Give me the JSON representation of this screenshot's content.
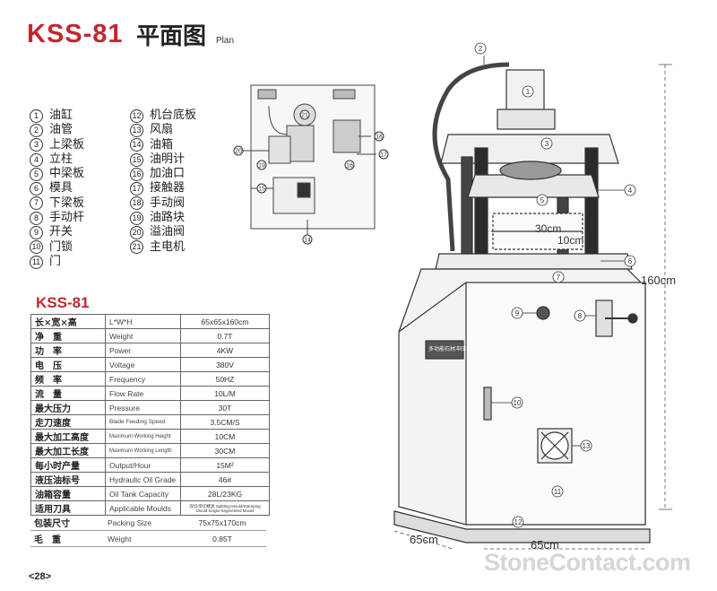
{
  "header": {
    "model": "KSS-81",
    "title_cn": "平面图",
    "title_en": "Plan"
  },
  "parts_left": [
    {
      "n": "1",
      "label": "油缸"
    },
    {
      "n": "2",
      "label": "油管"
    },
    {
      "n": "3",
      "label": "上梁板"
    },
    {
      "n": "4",
      "label": "立柱"
    },
    {
      "n": "5",
      "label": "中梁板"
    },
    {
      "n": "6",
      "label": "模具"
    },
    {
      "n": "7",
      "label": "下梁板"
    },
    {
      "n": "8",
      "label": "手动杆"
    },
    {
      "n": "9",
      "label": "开关"
    },
    {
      "n": "10",
      "label": "门锁"
    },
    {
      "n": "11",
      "label": "门"
    }
  ],
  "parts_right": [
    {
      "n": "12",
      "label": "机台底板"
    },
    {
      "n": "13",
      "label": "风扇"
    },
    {
      "n": "14",
      "label": "油箱"
    },
    {
      "n": "15",
      "label": "油明计"
    },
    {
      "n": "16",
      "label": "加油口"
    },
    {
      "n": "17",
      "label": "接触器"
    },
    {
      "n": "18",
      "label": "手动阀"
    },
    {
      "n": "19",
      "label": "油路块"
    },
    {
      "n": "20",
      "label": "溢油阀"
    },
    {
      "n": "21",
      "label": "主电机"
    }
  ],
  "spec_heading": "KSS-81",
  "specs": [
    {
      "cn": "长×宽×高",
      "en": "L*W*H",
      "val": "65x65x160cm"
    },
    {
      "cn": "净　重",
      "en": "Weight",
      "val": "0.7T"
    },
    {
      "cn": "功　率",
      "en": "Power",
      "val": "4KW"
    },
    {
      "cn": "电　压",
      "en": "Voltage",
      "val": "380V"
    },
    {
      "cn": "频　率",
      "en": "Frequency",
      "val": "50HZ"
    },
    {
      "cn": "流　量",
      "en": "Flow Rate",
      "val": "10L/M"
    },
    {
      "cn": "最大压力",
      "en": "Pressure",
      "val": "30T"
    },
    {
      "cn": "走刀速度",
      "en": "Blade Feeding Speed",
      "val": "3.5CM/S"
    },
    {
      "cn": "最大加工高度",
      "en": "Maximum Working Height",
      "val": "10CM"
    },
    {
      "cn": "最大加工长度",
      "en": "Maximum Working Length",
      "val": "30CM"
    },
    {
      "cn": "每小时产量",
      "en": "Output/Hour",
      "val": "15M²"
    },
    {
      "cn": "液压油标号",
      "en": "Hydraulic Oil Grade",
      "val": "46#"
    },
    {
      "cn": "油箱容量",
      "en": "Oil Tank Capacity",
      "val": "28L/23KG"
    },
    {
      "cn": "适用刀具",
      "en": "Applicable Moulds",
      "val": "双切/单切模具 Splitting Mould/Stamping Mould Single-Segmented Mould"
    }
  ],
  "packing": [
    {
      "cn": "包装尺寸",
      "en": "Packing Size",
      "val": "75x75x170cm"
    },
    {
      "cn": "毛　重",
      "en": "Weight",
      "val": "0.85T"
    }
  ],
  "dimensions": {
    "height": "160cm",
    "depth": "65cm",
    "width": "65cm",
    "mould_length": "30cm",
    "mould_height": "10cm"
  },
  "machine_plate": "多功能石材冲压机",
  "page": "<28>",
  "watermark": "StoneContact.com"
}
